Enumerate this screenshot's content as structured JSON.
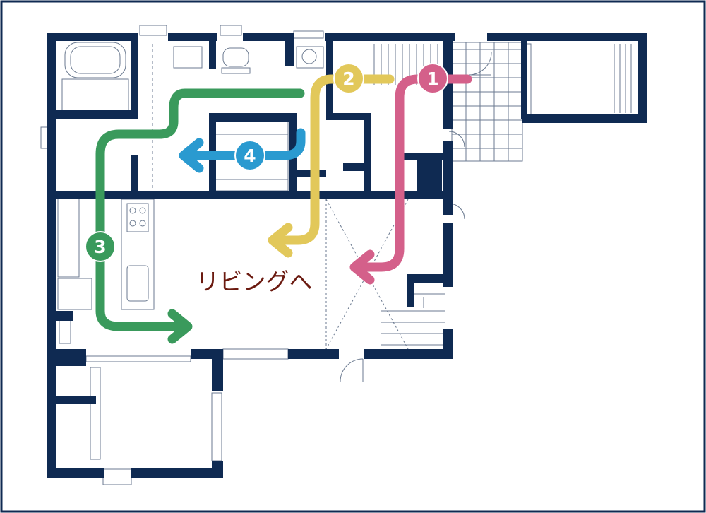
{
  "caption": "リビングへ",
  "routes": [
    {
      "number": "1",
      "color": "#d4608a"
    },
    {
      "number": "2",
      "color": "#e2c85a"
    },
    {
      "number": "3",
      "color": "#3a9a5c"
    },
    {
      "number": "4",
      "color": "#2a9ad0"
    }
  ],
  "colors": {
    "wall": "#0f2a52",
    "frame": "#0f2a52",
    "thin_line": "#6b7a90",
    "caption": "#6b1a10"
  }
}
